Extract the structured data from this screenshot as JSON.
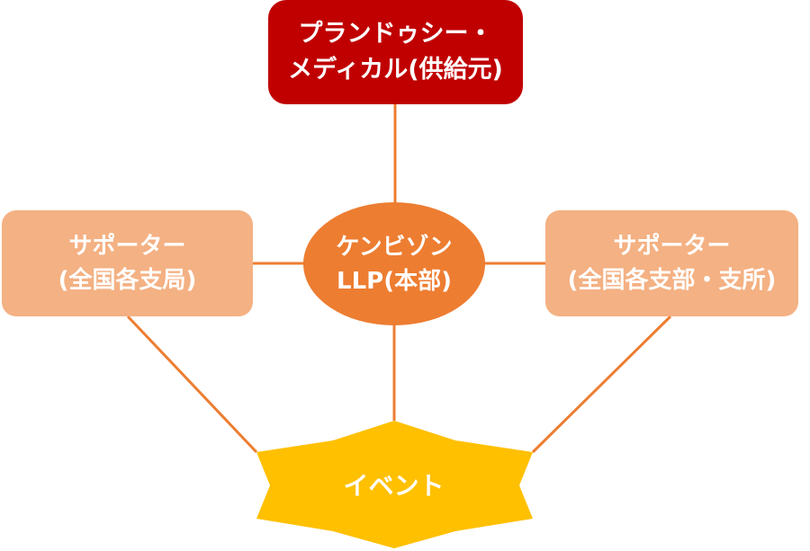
{
  "colors": {
    "supplier": "#c00000",
    "headquarters": "#ed7d31",
    "supporter": "#f4b183",
    "event": "#ffc000",
    "connector": "#ed7d31",
    "text": "#ffffff"
  },
  "nodes": {
    "supplier": {
      "lines": [
        "プランドゥシー・",
        "メディカル(供給元)"
      ]
    },
    "headquarters": {
      "lines": [
        "ケンビゾン",
        "LLP(本部)"
      ]
    },
    "supporter_left": {
      "lines": [
        "サポーター",
        "(全国各支局)"
      ]
    },
    "supporter_right": {
      "lines": [
        "サポーター",
        "(全国各支部・支所)"
      ]
    },
    "event": {
      "label": "イベント"
    }
  },
  "connections": [
    [
      "supplier",
      "headquarters"
    ],
    [
      "supporter_left",
      "headquarters"
    ],
    [
      "headquarters",
      "supporter_right"
    ],
    [
      "headquarters",
      "event"
    ],
    [
      "supporter_left",
      "event"
    ],
    [
      "supporter_right",
      "event"
    ]
  ]
}
